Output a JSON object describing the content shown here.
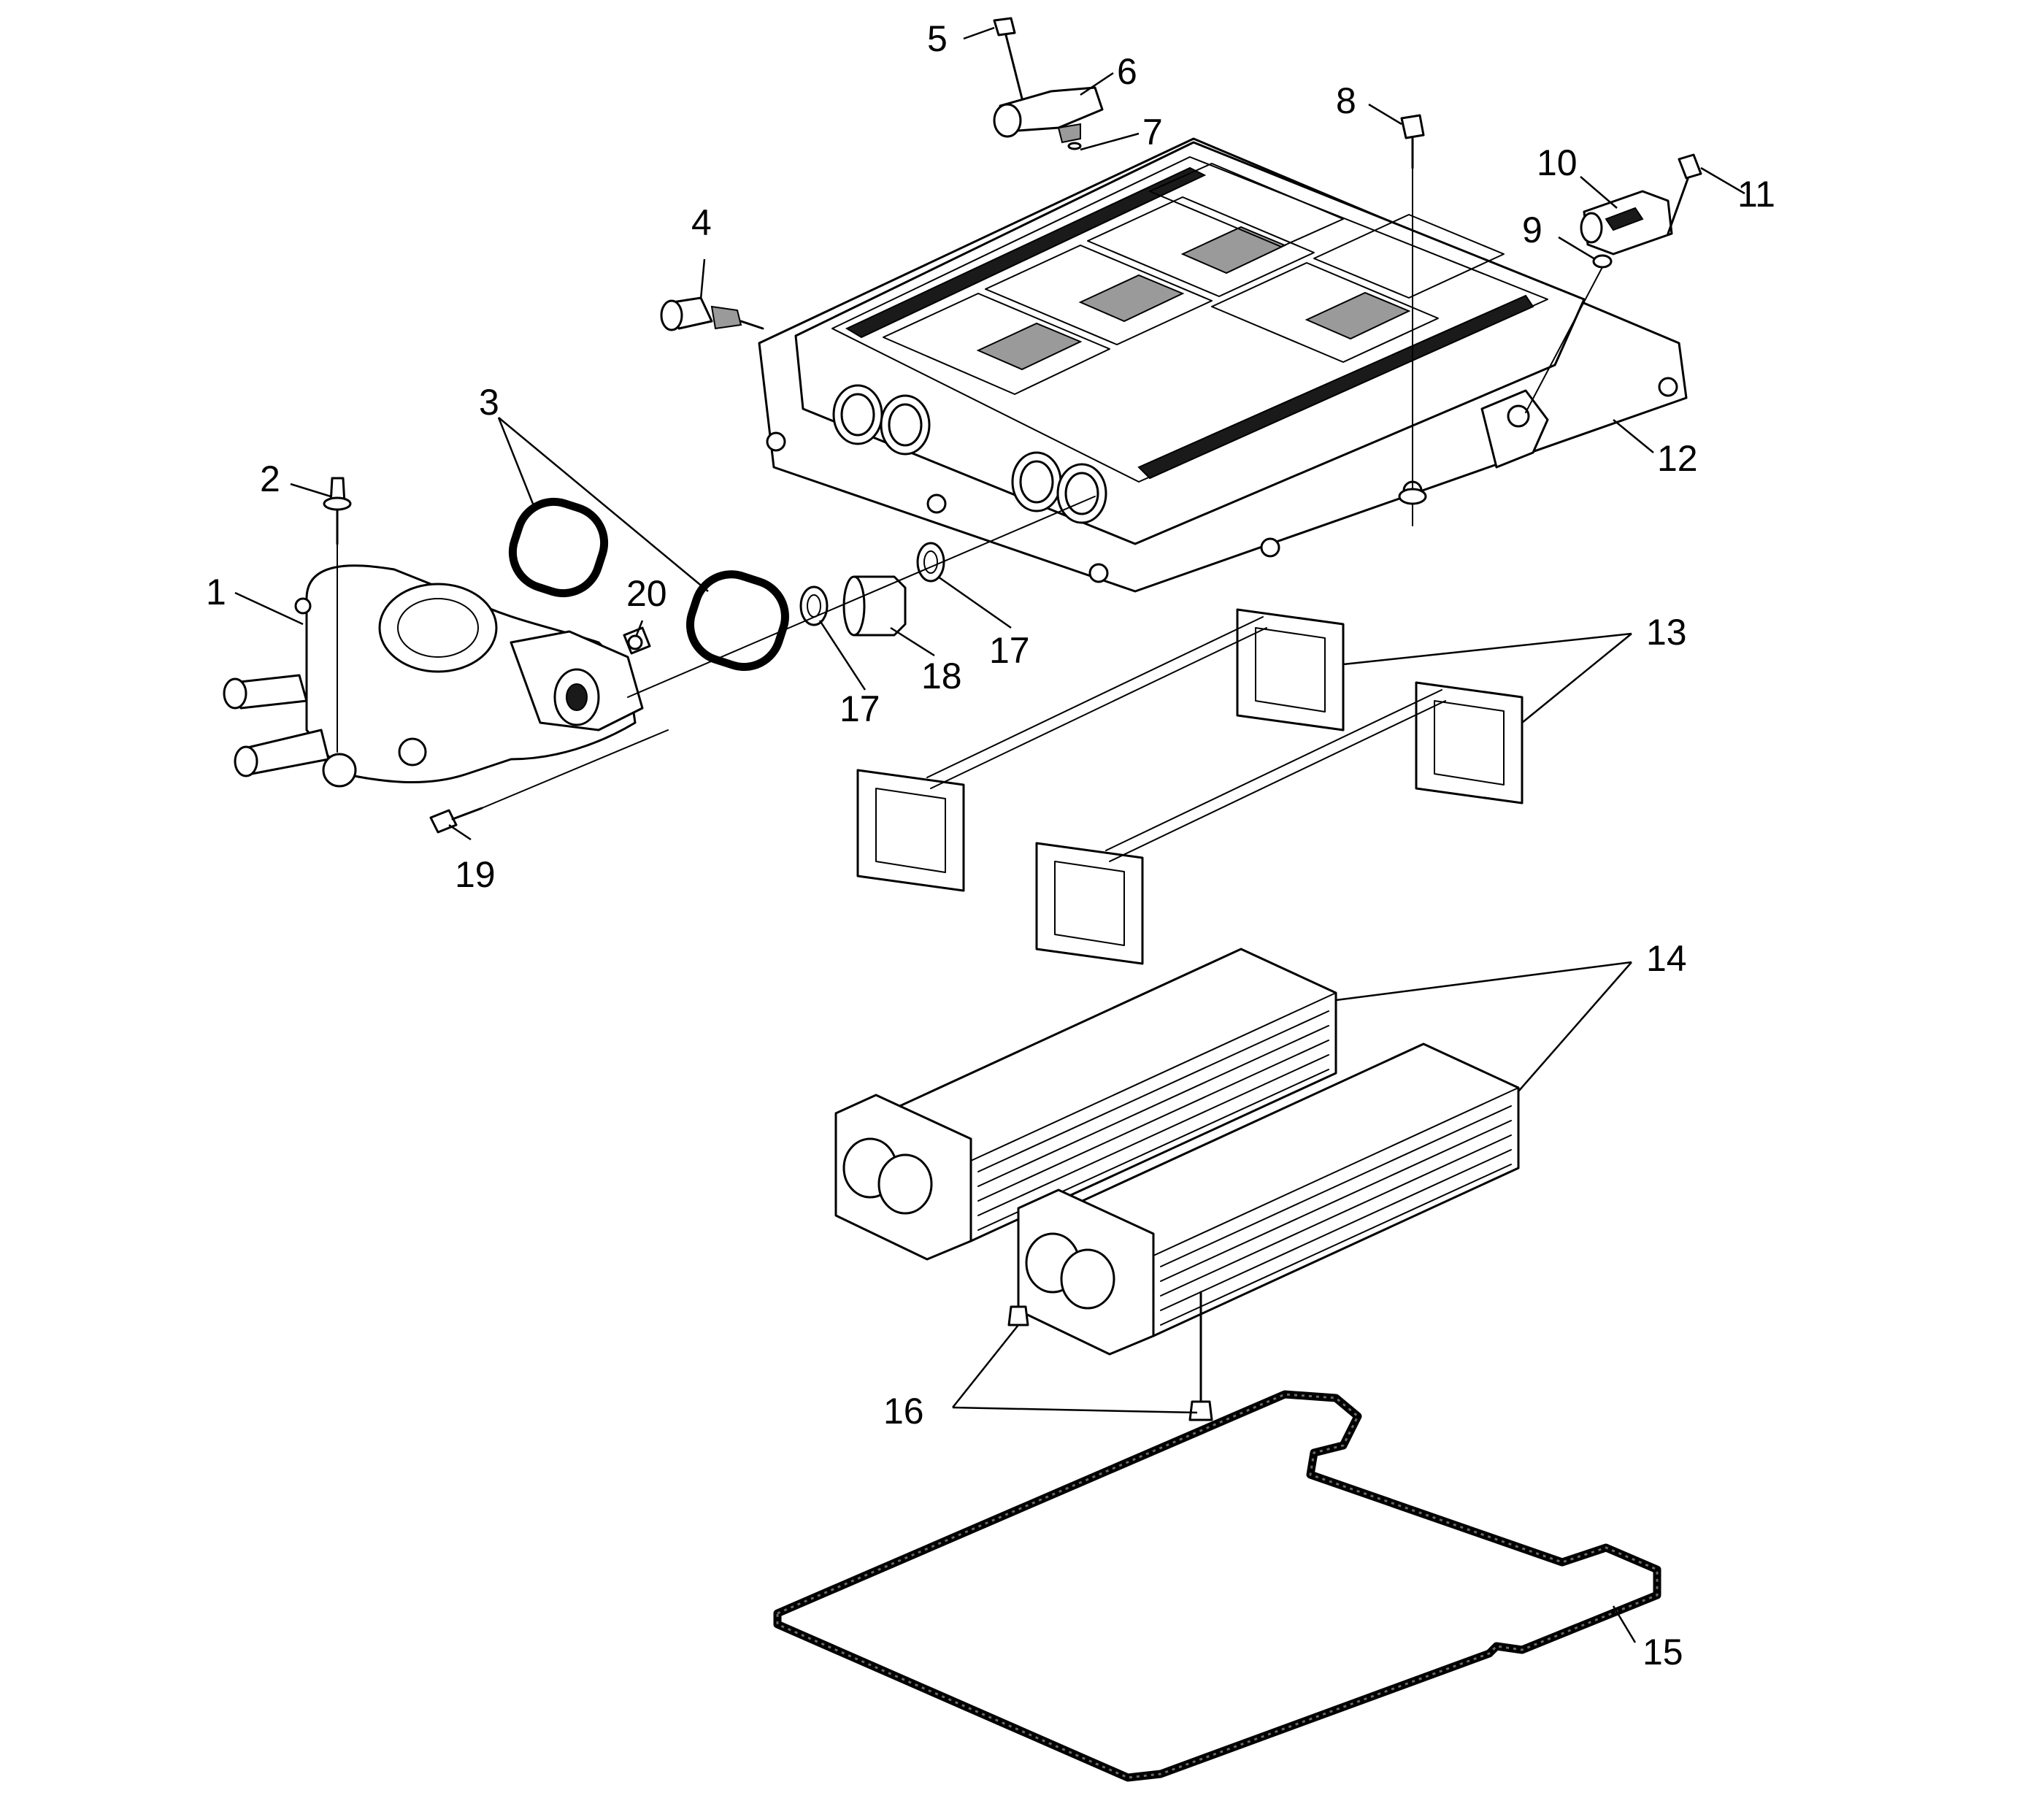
{
  "callouts": [
    "1",
    "2",
    "3",
    "4",
    "5",
    "6",
    "7",
    "8",
    "9",
    "10",
    "11",
    "12",
    "13",
    "14",
    "15",
    "16",
    "17",
    "17",
    "18",
    "19",
    "20"
  ]
}
